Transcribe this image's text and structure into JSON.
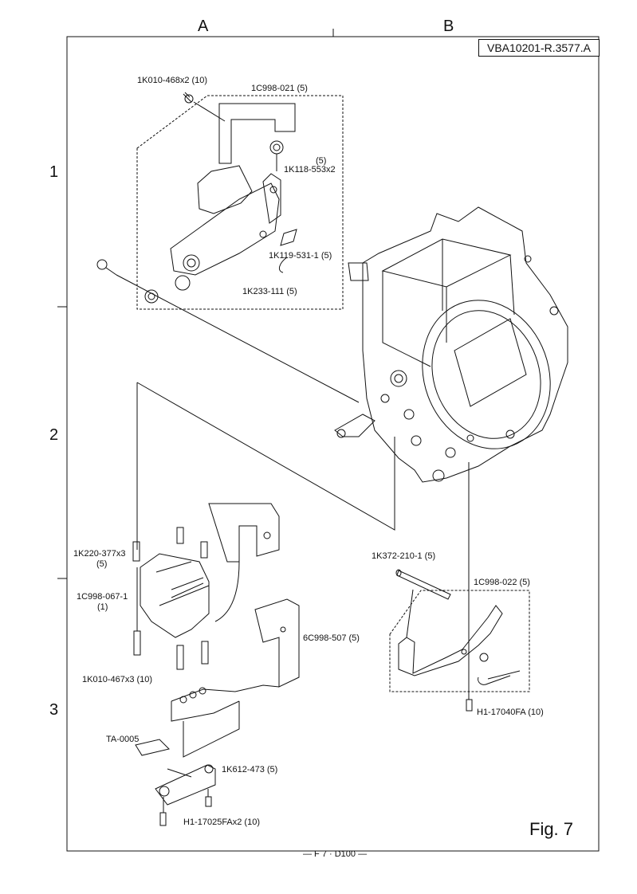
{
  "grid": {
    "columns": [
      "A",
      "B"
    ],
    "rows": [
      "1",
      "2",
      "3"
    ]
  },
  "drawing_code": "VBA10201-R.3577.A",
  "figure_label": "Fig.  7",
  "footer": "— F 7 · D100 —",
  "part_labels": {
    "p1k010_468": "1K010-468x2 (10)",
    "p1c998_021": "1C998-021 (5)",
    "p1k118_qty": "(5)",
    "p1k118_553": "1K118-553x2",
    "p1k119_531": "1K119-531-1 (5)",
    "p1k233_111": "1K233-111 (5)",
    "p1k220_377": "1K220-377x3",
    "p1k220_qty": "(5)",
    "p1c998_067": "1C998-067-1",
    "p1c998_067_qty": "(1)",
    "p1k010_467": "1K010-467x3 (10)",
    "p6c998_507": "6C998-507 (5)",
    "pta_0005": "TA-0005",
    "p1k612_473": "1K612-473 (5)",
    "ph1_17025": "H1-17025FAx2 (10)",
    "p1k372_210": "1K372-210-1 (5)",
    "p1c998_022": "1C998-022 (5)",
    "ph1_17040": "H1-17040FA (10)"
  }
}
